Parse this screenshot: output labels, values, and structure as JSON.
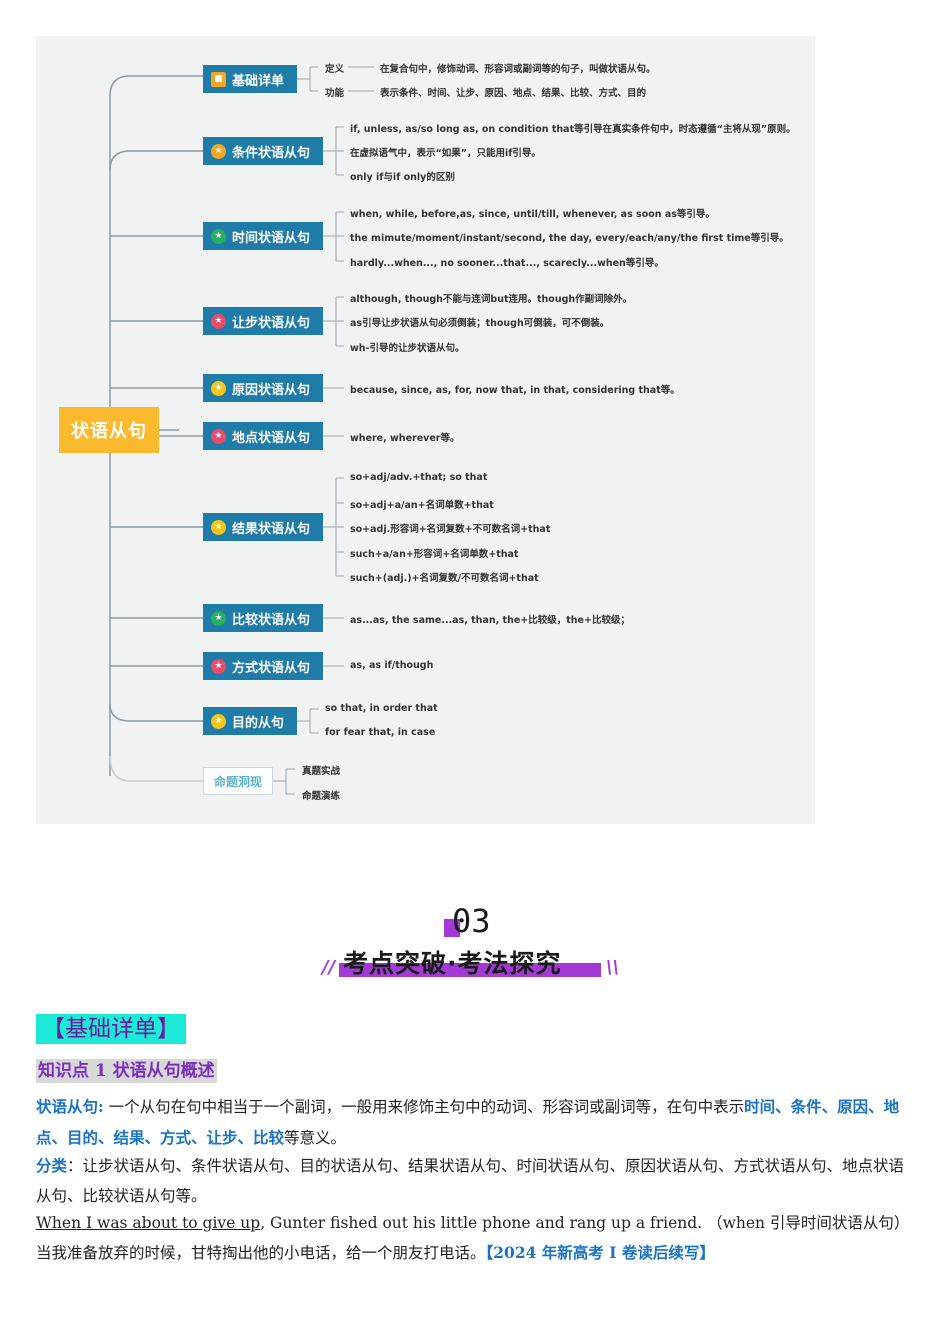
{
  "mindmap": {
    "root": "状语从句",
    "branches": [
      {
        "label": "基础详单",
        "icon": "cube-icon",
        "leaves": [
          {
            "key": "定义",
            "text": "在复合句中，修饰动词、形容词或副词等的句子，叫做状语从句。"
          },
          {
            "key": "功能",
            "text": "表示条件、时间、让步、原因、地点、结果、比较、方式、目的"
          }
        ]
      },
      {
        "label": "条件状语从句",
        "icon": "star-icon",
        "leaves": [
          "if, unless, as/so long as, on condition that等引导在真实条件句中，时态遵循“主将从现”原则。",
          "在虚拟语气中，表示“如果”，只能用if引导。",
          "only if与if only的区别"
        ]
      },
      {
        "label": "时间状语从句",
        "icon": "star-icon",
        "leaves": [
          "when, while, before,as, since, until/till, whenever, as soon as等引导。",
          "the mimute/moment/instant/second, the day, every/each/any/the first time等引导。",
          "hardly...when..., no sooner...that..., scarecly...when等引导。"
        ]
      },
      {
        "label": "让步状语从句",
        "icon": "star-icon",
        "leaves": [
          "although, though不能与连词but连用。though作副词除外。",
          "as引导让步状语从句必须倒装；though可倒装，可不倒装。",
          "wh-引导的让步状语从句。"
        ]
      },
      {
        "label": "原因状语从句",
        "icon": "star-icon",
        "leaves": [
          "because, since, as, for, now that, in that, considering that等。"
        ]
      },
      {
        "label": "地点状语从句",
        "icon": "star-icon",
        "leaves": [
          "where, wherever等。"
        ]
      },
      {
        "label": "结果状语从句",
        "icon": "star-icon",
        "leaves": [
          "so+adj/adv.+that; so that",
          "so+adj+a/an+名词单数+that",
          "so+adj.形容词+名词复数+不可数名词+that",
          "such+a/an+形容词+名词单数+that",
          "such+(adj.)+名词复数/不可数名词+that"
        ]
      },
      {
        "label": "比较状语从句",
        "icon": "star-icon",
        "leaves": [
          "as...as, the same...as, than, the+比较级，the+比较级；"
        ]
      },
      {
        "label": "方式状语从句",
        "icon": "star-icon",
        "leaves": [
          "as, as if/though"
        ]
      },
      {
        "label": "目的从句",
        "icon": "star-icon",
        "leaves": [
          "so that, in order that",
          "for fear that, in case"
        ]
      },
      {
        "label": "命题洞现",
        "icon": "",
        "leaves": [
          "真题实战",
          "命题演练"
        ]
      }
    ]
  },
  "section": {
    "number": "03",
    "title": "考点突破·考法探究"
  },
  "tag": "【基础详单】",
  "knowledge_point": "知识点 1  状语从句概述",
  "definition": {
    "label": "状语从句:",
    "text": " 一个从句在句中相当于一个副词，一般用来修饰主句中的动词、形容词或副词等，在句中表示",
    "highlight": "时间、条件、原因、地点、目的、结果、方式、让步、比较",
    "tail": "等意义。"
  },
  "classification": {
    "label": "分类",
    "text": "：让步状语从句、条件状语从句、目的状语从句、结果状语从句、时间状语从句、原因状语从句、方式状语从句、地点状语从句、比较状语从句等。"
  },
  "example": {
    "underlined": "When I was about to give up",
    "rest": ", Gunter fished out his little phone and rang up a friend. （when 引导时间状语从句）",
    "translation": "当我准备放弃的时候，甘特掏出他的小电话，给一个朋友打电话。",
    "source": "【2024 年新高考 I 卷读后续写】"
  },
  "colors": {
    "root": "#fbb92d",
    "branch": "#1f7ba8",
    "accent": "#a33ad6",
    "tag_bg": "#1de9d8",
    "link_blue": "#1a73c4"
  }
}
